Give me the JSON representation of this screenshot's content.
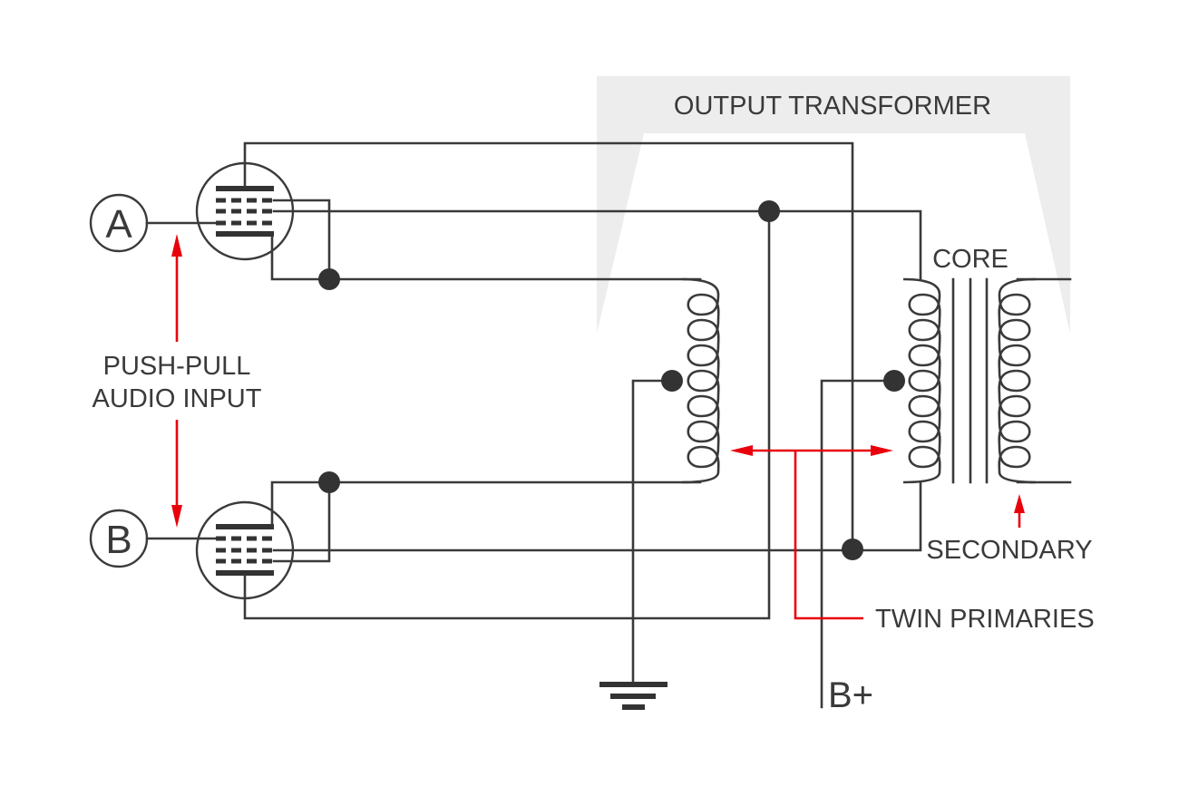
{
  "diagram": {
    "title": "Push-pull tube amplifier with output transformer",
    "colors": {
      "wire": "#3a3a3a",
      "annotation": "#e8000b",
      "transformer_shade": "#ededed",
      "background": "#ffffff"
    },
    "labels": {
      "output_transformer": "OUTPUT TRANSFORMER",
      "core": "CORE",
      "input_a": "A",
      "input_b": "B",
      "push_pull_line1": "PUSH-PULL",
      "push_pull_line2": "AUDIO INPUT",
      "secondary": "SECONDARY",
      "twin_primaries": "TWIN PRIMARIES",
      "b_plus": "B+"
    },
    "components": {
      "tubes": [
        {
          "id": "tube-a",
          "input": "A",
          "grids": 3
        },
        {
          "id": "tube-b",
          "input": "B",
          "grids": 3
        }
      ],
      "coils": [
        {
          "id": "primary-left",
          "turns": 7,
          "center_tap": true
        },
        {
          "id": "primary-right",
          "turns": 7,
          "center_tap": true
        },
        {
          "id": "secondary",
          "turns": 7,
          "center_tap": false
        }
      ],
      "core_lines": 3,
      "ground": true,
      "supply": "B+"
    }
  }
}
